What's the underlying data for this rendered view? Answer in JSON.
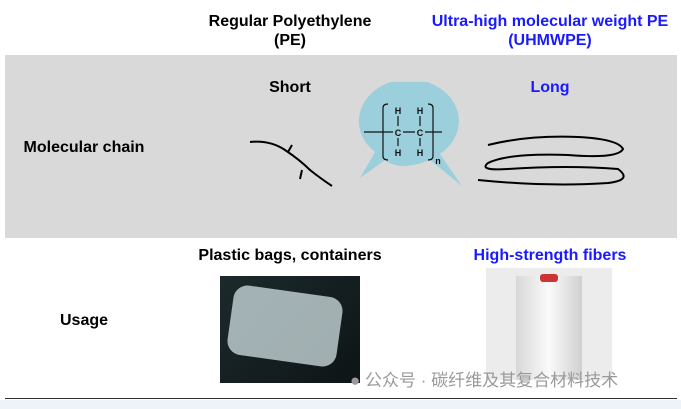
{
  "header": {
    "col_pe_line1": "Regular Polyethylene",
    "col_pe_line2": "(PE)",
    "col_uhmwpe_line1": "Ultra-high molecular weight PE",
    "col_uhmwpe_line2": "(UHMWPE)"
  },
  "rows": [
    {
      "label": "Molecular chain",
      "pe": "Short",
      "uhmwpe": "Long"
    },
    {
      "label": "Usage",
      "pe": "Plastic bags, containers",
      "uhmwpe": "High-strength fibers"
    }
  ],
  "formula": {
    "h": "H",
    "c": "C",
    "n": "n"
  },
  "watermark": "公众号 · 碳纤维及其复合材料技术",
  "colors": {
    "blue": "#1a1aff",
    "gray": "#d9d9d9",
    "bubble": "#9ccfdc"
  }
}
